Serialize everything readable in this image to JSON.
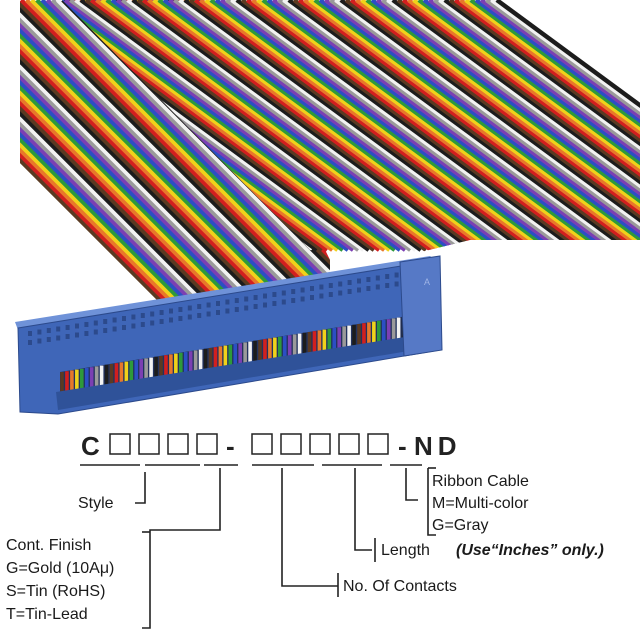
{
  "illustration": {
    "wire_colors": [
      "#5a3a22",
      "#d21f1f",
      "#e8782a",
      "#f0d21a",
      "#2e9a3a",
      "#2b4fc4",
      "#7b3fb3",
      "#9a9a9a",
      "#f2f2f2",
      "#1c1c1c"
    ],
    "connector_color": "#3f66b8",
    "connector_mark": "A"
  },
  "part_number": {
    "prefix": "C",
    "dash1": "-",
    "dash2": "-",
    "suffix": "ND"
  },
  "legend": {
    "style": "Style",
    "finish": {
      "title": "Cont. Finish",
      "options": [
        "G=Gold (10Aμ)",
        "S=Tin (RoHS)",
        "T=Tin-Lead"
      ]
    },
    "contacts": "No. Of Contacts",
    "length": {
      "label": "Length",
      "note": "(Use“Inches” only.)"
    },
    "cable": {
      "title": "Ribbon Cable",
      "options": [
        "M=Multi-color",
        "G=Gray"
      ]
    }
  }
}
